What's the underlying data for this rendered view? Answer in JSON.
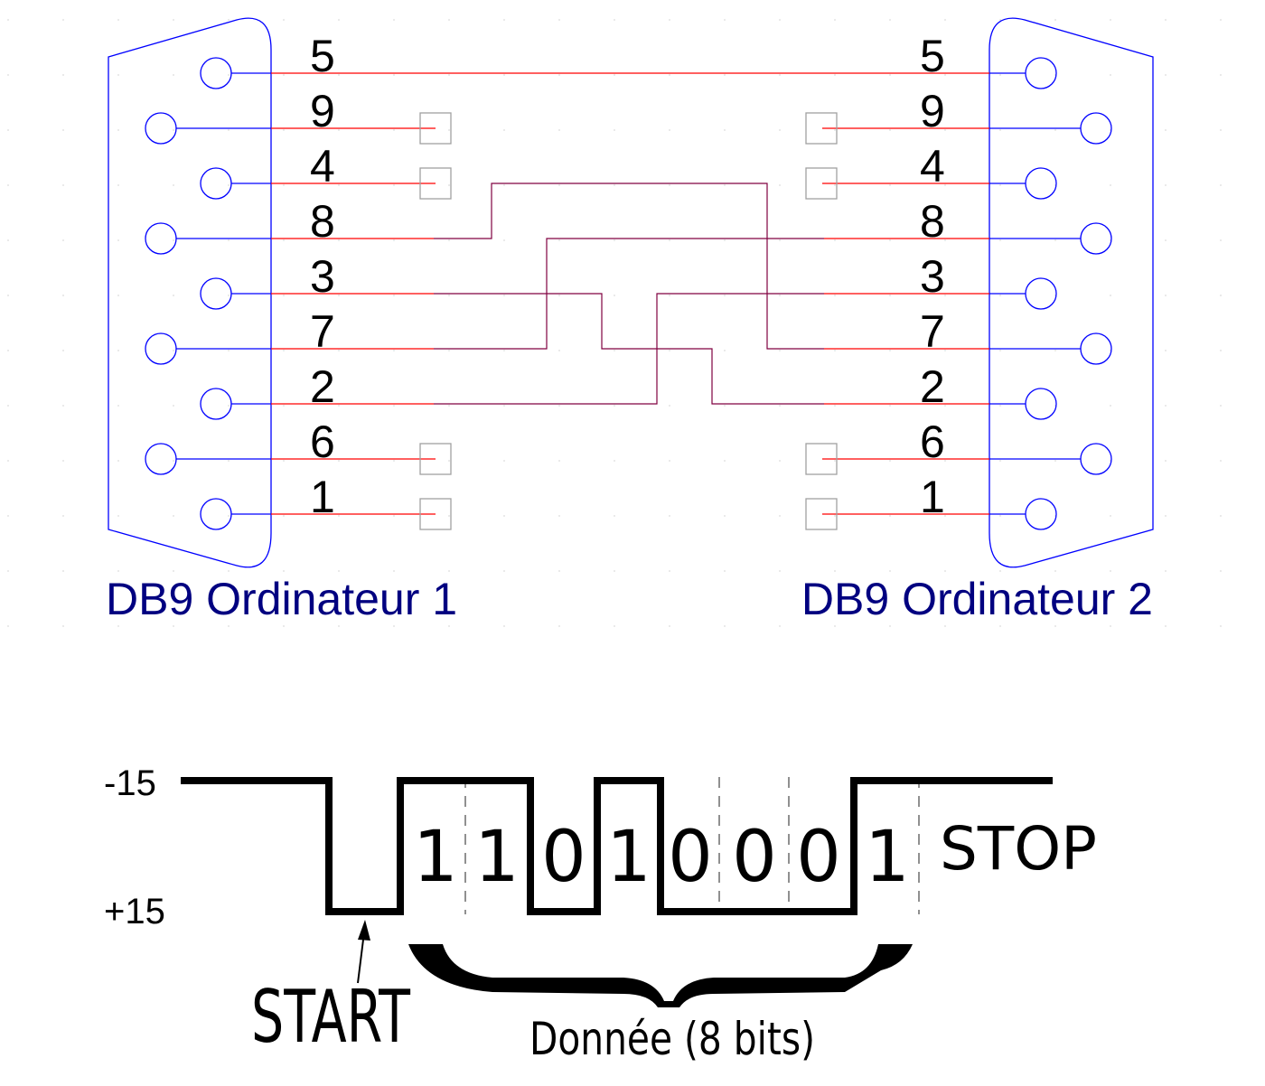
{
  "connectors": {
    "left_label": "DB9 Ordinateur 1",
    "right_label": "DB9 Ordinateur 2",
    "pin_order": [
      "5",
      "9",
      "4",
      "8",
      "3",
      "7",
      "2",
      "6",
      "1"
    ]
  },
  "signal": {
    "level_high": "-15",
    "level_low": "+15",
    "bits": [
      "1",
      "1",
      "0",
      "1",
      "0",
      "0",
      "0",
      "1"
    ],
    "stop_label": "STOP",
    "start_label": "START",
    "data_label": "Donnée (8 bits)"
  },
  "colors": {
    "connector_outline": "#0000ff",
    "wire": "#ff0000",
    "crossover": "#800040",
    "label": "#000080",
    "signal": "#000000"
  }
}
